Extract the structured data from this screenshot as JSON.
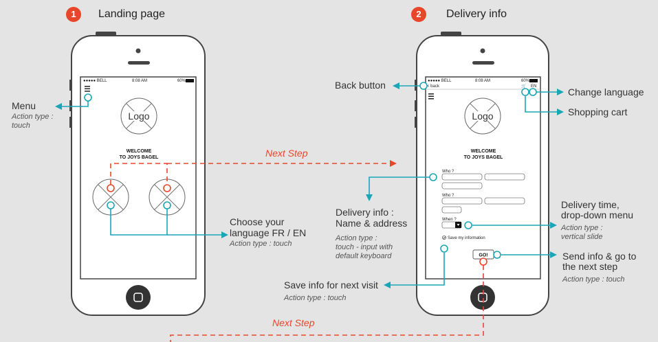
{
  "steps": [
    {
      "number": "1",
      "title": "Landing page"
    },
    {
      "number": "2",
      "title": "Delivery info"
    }
  ],
  "status_bar": {
    "carrier": "●●●●● BELL",
    "time": "8:08 AM",
    "battery": "60%",
    "battery2": "60%"
  },
  "phone1": {
    "logo": "Logo",
    "welcome_line1": "WELCOME",
    "welcome_line2": "TO JOYS BAGEL"
  },
  "phone2": {
    "back": "< back",
    "lang": "EN",
    "logo": "Logo",
    "welcome_line1": "WELCOME",
    "welcome_line2": "TO JOYS BAGEL",
    "who1": "Who ?",
    "who2": "Who ?",
    "when": "When ?",
    "save": "Save my information",
    "go": "GO!"
  },
  "annotations": {
    "menu": {
      "label": "Menu",
      "action_line1": "Action type :",
      "action_line2": "touch"
    },
    "next_step_1": "Next Step",
    "choose_language": {
      "line1": "Choose your",
      "line2": "language FR / EN",
      "action": "Action type : touch"
    },
    "back_button": "Back button",
    "change_language": "Change language",
    "shopping_cart": "Shopping cart",
    "delivery_info": {
      "line1": "Delivery info :",
      "line2": "Name & address",
      "action1": "Action type :",
      "action2": "touch - input with",
      "action3": "default keyboard"
    },
    "delivery_time": {
      "line1": "Delivery time,",
      "line2": "drop-down menu",
      "action1": "Action type :",
      "action2": "vertical slide"
    },
    "send_info": {
      "line1": "Send info & go to",
      "line2": "the next step",
      "action": "Action type : touch"
    },
    "save_info": {
      "label": "Save info for next visit",
      "action": "Action type : touch"
    },
    "next_step_2": "Next Step"
  },
  "colors": {
    "background": "#e4e4e4",
    "accent": "#e8462b",
    "teal": "#1aa6b7",
    "outline": "#444444"
  }
}
